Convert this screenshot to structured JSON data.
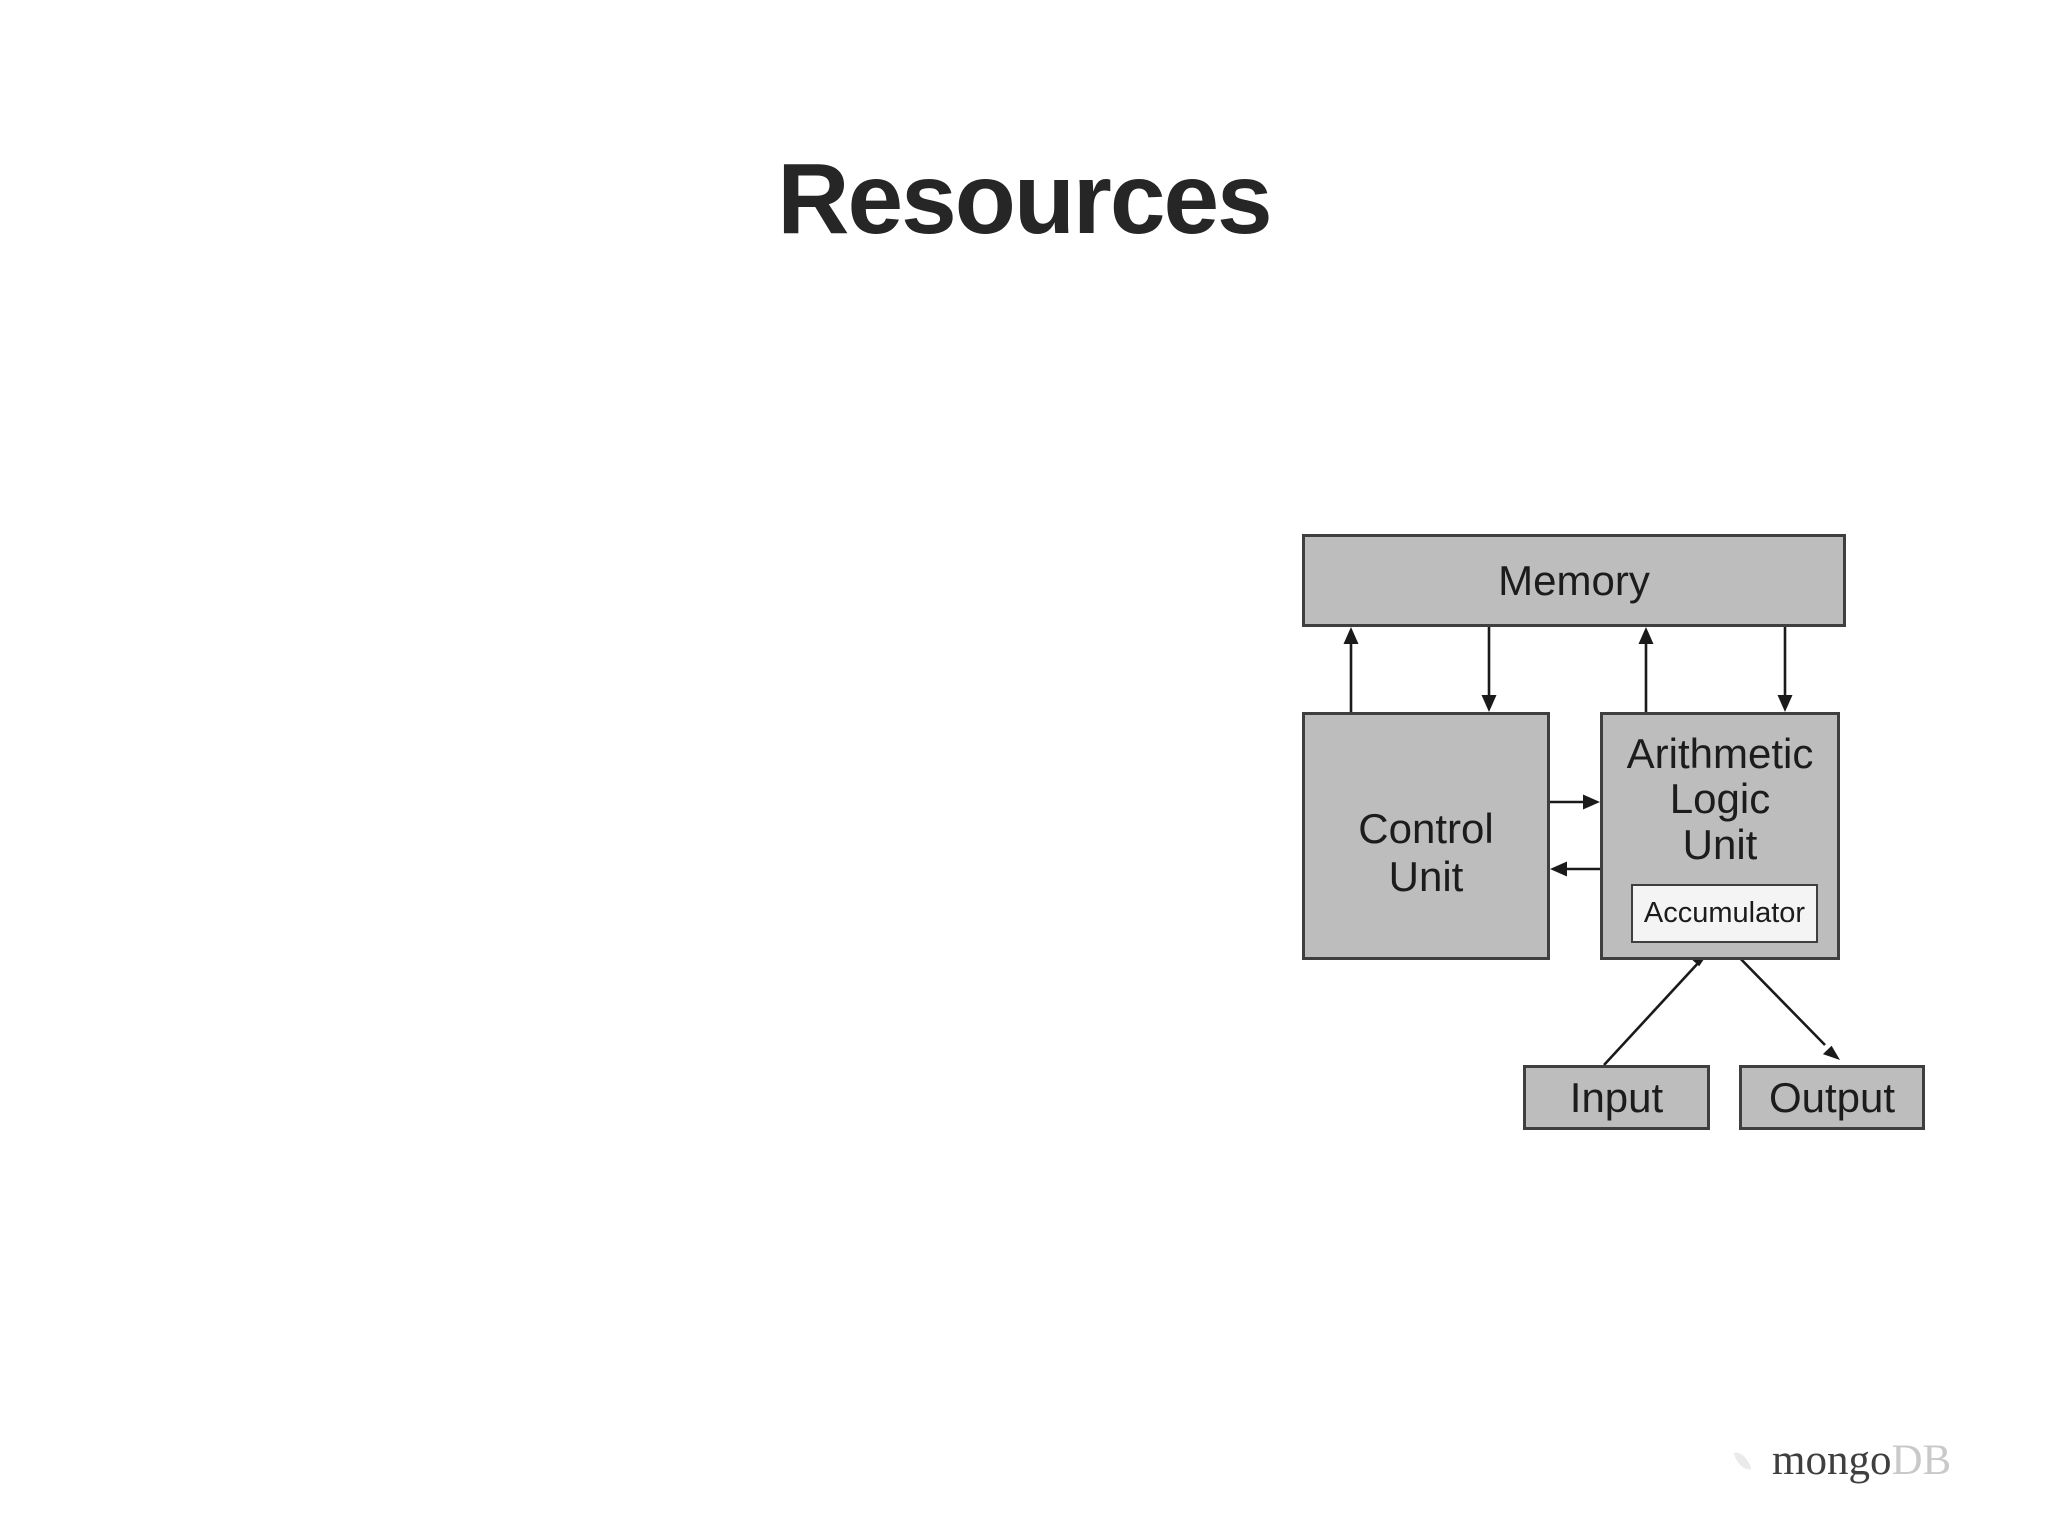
{
  "slide": {
    "title": "Resources",
    "title_color": "#262626",
    "background": "#ffffff"
  },
  "diagram": {
    "type": "block-diagram",
    "description": "Von Neumann computer architecture",
    "colors": {
      "node_fill": "#bdbdbd",
      "node_border": "#3f3f3f",
      "accumulator_fill": "#f4f4f4",
      "arrow": "#1a1a1a",
      "label_text": "#1c1c1c"
    },
    "nodes": {
      "memory": {
        "label": "Memory"
      },
      "control_unit": {
        "label": "Control\nUnit"
      },
      "alu": {
        "label": "Arithmetic\nLogic\nUnit"
      },
      "accumulator": {
        "label": "Accumulator"
      },
      "input": {
        "label": "Input"
      },
      "output": {
        "label": "Output"
      }
    },
    "edges": [
      {
        "from": "control_unit",
        "to": "memory",
        "direction": "up"
      },
      {
        "from": "memory",
        "to": "control_unit",
        "direction": "down"
      },
      {
        "from": "alu",
        "to": "memory",
        "direction": "up"
      },
      {
        "from": "memory",
        "to": "alu",
        "direction": "down"
      },
      {
        "from": "control_unit",
        "to": "alu",
        "direction": "right"
      },
      {
        "from": "alu",
        "to": "control_unit",
        "direction": "left"
      },
      {
        "from": "input",
        "to": "accumulator",
        "direction": "diagonal-up"
      },
      {
        "from": "accumulator",
        "to": "output",
        "direction": "diagonal-down"
      }
    ]
  },
  "footer": {
    "logo": {
      "mongo": "mongo",
      "db": "DB",
      "mongo_color": "#3f3f3f",
      "db_color": "#c9c9c9"
    }
  }
}
